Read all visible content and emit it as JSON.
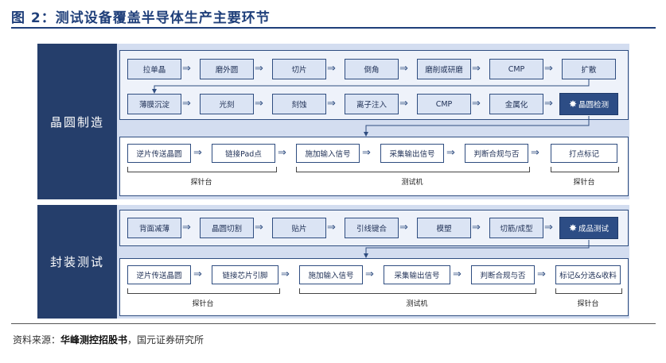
{
  "title": "图 2：测试设备覆盖半导体生产主要环节",
  "source_prefix": "资料来源：",
  "source_bold": "华峰测控招股书",
  "source_suffix": "，国元证券研究所",
  "wafer": {
    "label": "晶圆制造",
    "row1": [
      "拉单晶",
      "磨外圆",
      "切片",
      "倒角",
      "磨削或研磨",
      "CMP",
      "扩散"
    ],
    "row2": [
      "薄膜沉淀",
      "光刻",
      "刻蚀",
      "离子注入",
      "CMP",
      "金属化",
      "晶圆检测"
    ],
    "test": [
      "逆片传送晶圆",
      "链接Pad点",
      "施加输入信号",
      "采集输出信号",
      "判断合规与否",
      "打点标记"
    ],
    "groups": [
      "探针台",
      "测试机",
      "探针台"
    ]
  },
  "package": {
    "label": "封装测试",
    "row1": [
      "背面减薄",
      "晶圆切割",
      "贴片",
      "引线键合",
      "模塑",
      "切筋/成型",
      "成品测试"
    ],
    "test": [
      "逆片传送晶圆",
      "链接芯片引脚",
      "施加输入信号",
      "采集输出信号",
      "判断合规与否",
      "标记&分选&收料"
    ],
    "groups": [
      "探针台",
      "测试机",
      "探针台"
    ]
  }
}
